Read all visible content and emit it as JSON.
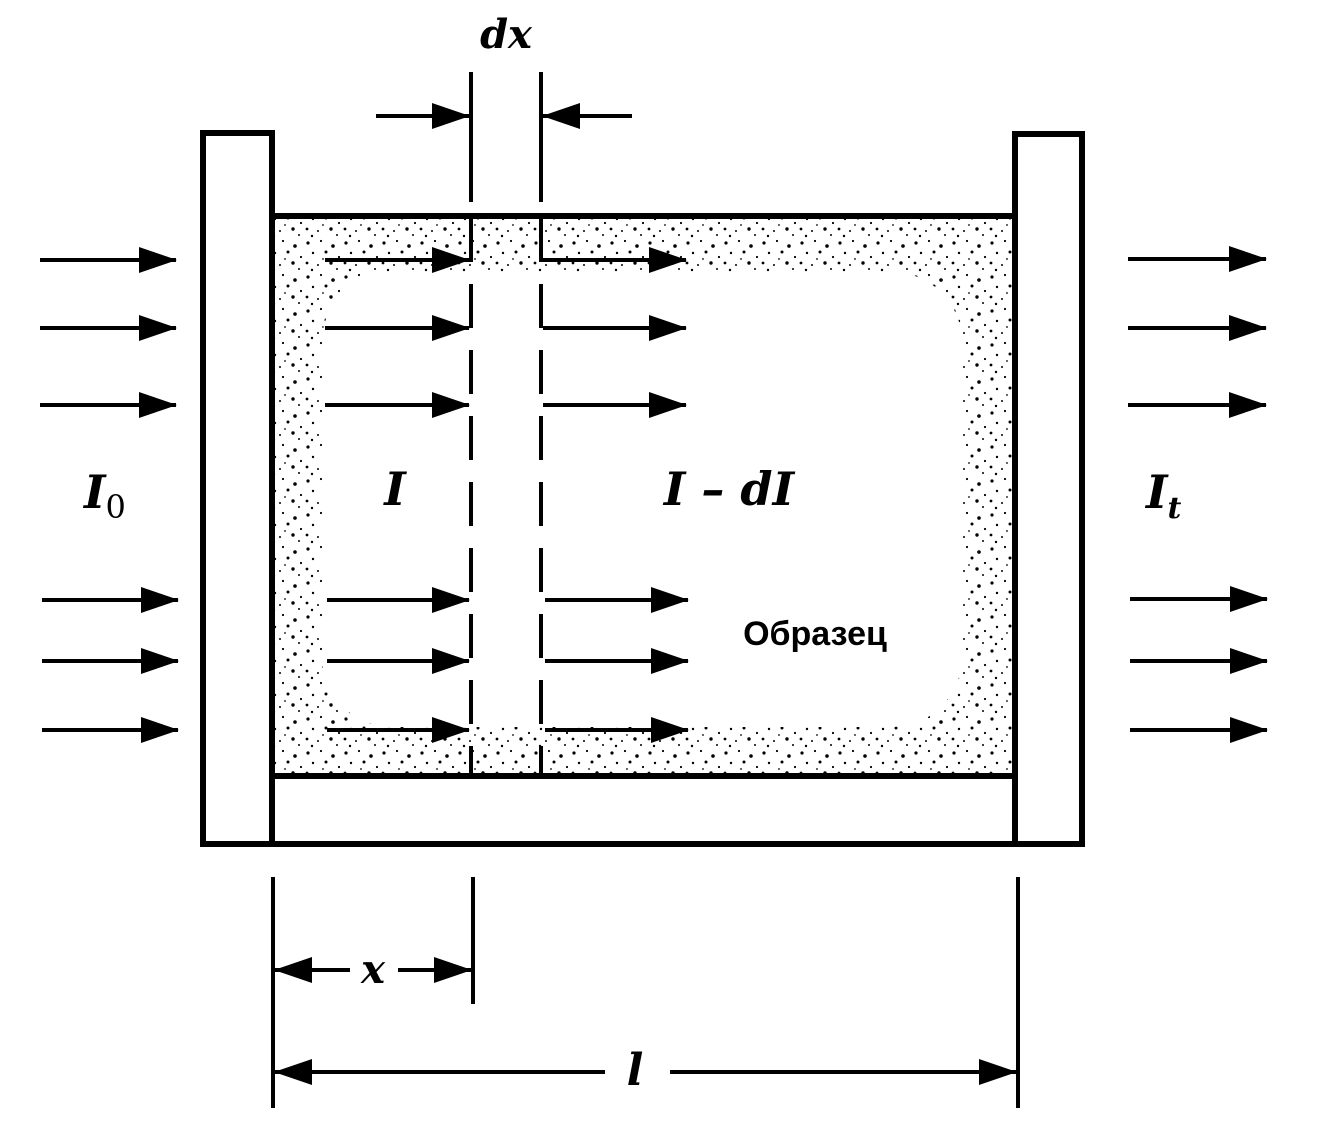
{
  "labels": {
    "incident_intensity": "I",
    "incident_intensity_sub": "0",
    "layer_intensity": "I",
    "attenuated_intensity": "I – dI",
    "transmitted_intensity": "I",
    "transmitted_intensity_sub": "t",
    "layer_thickness": "dx",
    "depth": "x",
    "sample_length": "l",
    "sample": "Образец"
  },
  "colors": {
    "ink": "#000000",
    "background": "#ffffff"
  }
}
